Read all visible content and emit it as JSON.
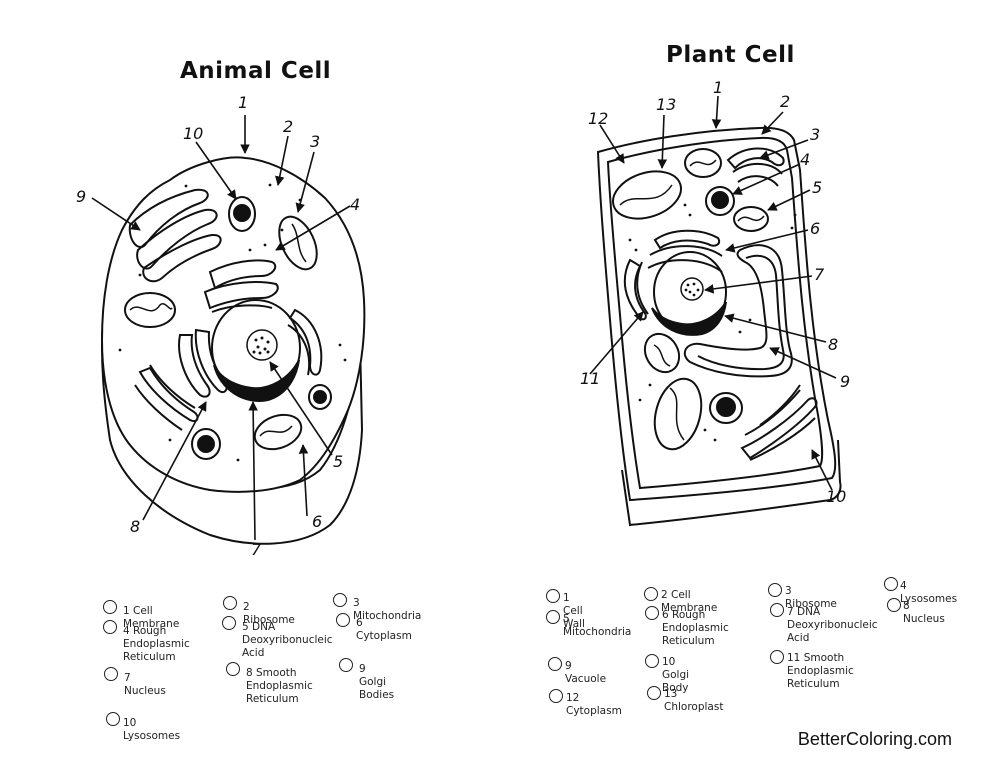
{
  "animal_cell": {
    "title": "Animal Cell",
    "callouts": [
      "1",
      "2",
      "3",
      "4",
      "5",
      "6",
      "7",
      "8",
      "9",
      "10"
    ],
    "legend": [
      {
        "text": "1 Cell Membrane"
      },
      {
        "text": "2 Ribosome"
      },
      {
        "text": "3 Mitochondria"
      },
      {
        "text": "4 Rough\nEndoplasmic\nReticulum"
      },
      {
        "text": "5 DNA\nDeoxyribonucleic\nAcid"
      },
      {
        "text": "6 Cytoplasm"
      },
      {
        "text": "7 Nucleus"
      },
      {
        "text": "8 Smooth\nEndoplasmic\nReticulum"
      },
      {
        "text": "9 Golgi\nBodies"
      },
      {
        "text": "10 Lysosomes"
      }
    ]
  },
  "plant_cell": {
    "title": "Plant Cell",
    "callouts": [
      "1",
      "2",
      "3",
      "4",
      "5",
      "6",
      "7",
      "8",
      "9",
      "10",
      "11",
      "12",
      "13"
    ],
    "legend": [
      {
        "text": "1 Cell Wall"
      },
      {
        "text": "2 Cell Membrane"
      },
      {
        "text": "3 Ribosome"
      },
      {
        "text": "4 Lysosomes"
      },
      {
        "text": "5 Mitochondria"
      },
      {
        "text": "6 Rough Endoplasmic\nReticulum"
      },
      {
        "text": "7 DNA\nDeoxyribonucleic\nAcid"
      },
      {
        "text": "8 Nucleus"
      },
      {
        "text": "9 Vacuole"
      },
      {
        "text": "10 Golgi Body"
      },
      {
        "text": "11 Smooth Endoplasmic\nReticulum"
      },
      {
        "text": "12 Cytoplasm"
      },
      {
        "text": "13 Chloroplast"
      }
    ]
  },
  "watermark": "BetterColoring.com"
}
